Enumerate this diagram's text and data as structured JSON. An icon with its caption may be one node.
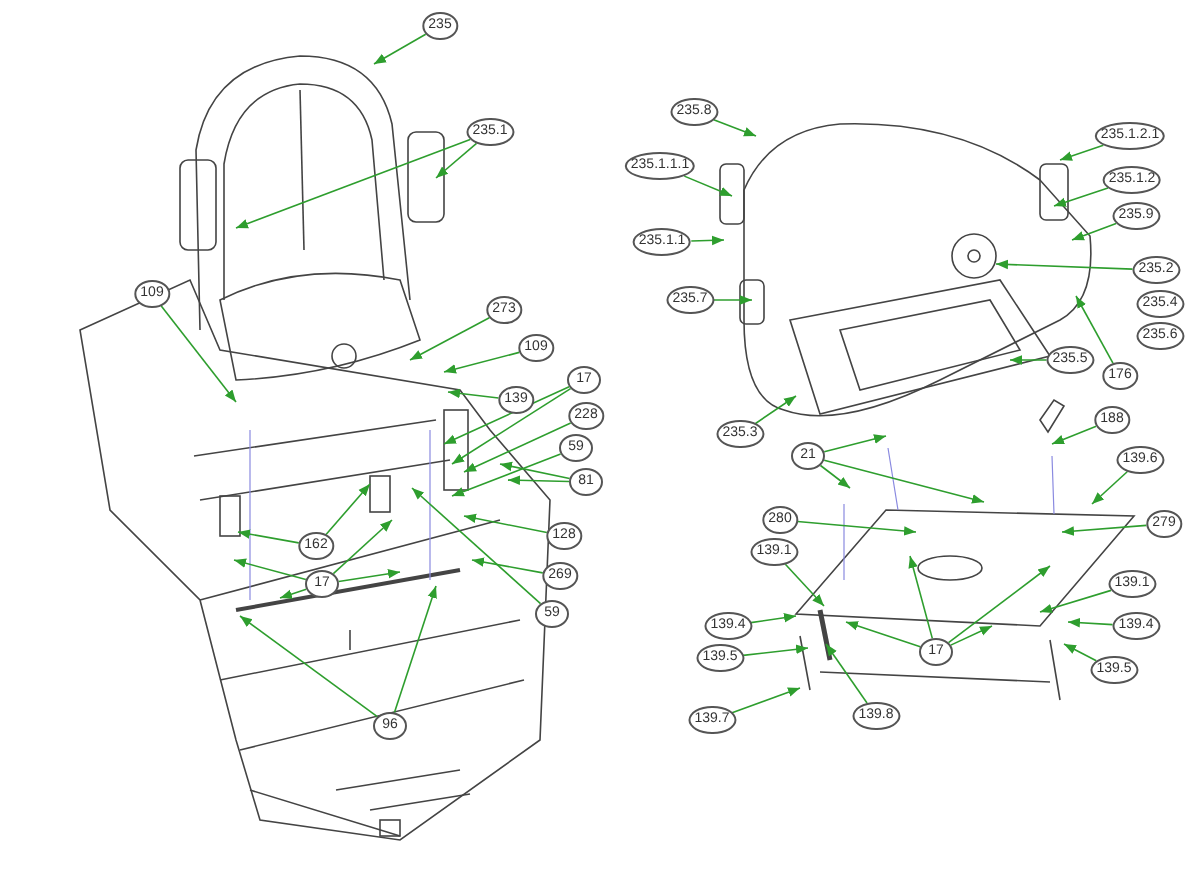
{
  "diagram": {
    "nodes": [
      {
        "text": [
          "235"
        ]
      },
      {
        "text": [
          "235.1"
        ]
      },
      {
        "text": [
          "109"
        ]
      },
      {
        "text": [
          "273"
        ]
      },
      {
        "text": [
          "109"
        ]
      },
      {
        "text": [
          "17"
        ]
      },
      {
        "text": [
          "139"
        ]
      },
      {
        "text": [
          "228"
        ]
      },
      {
        "text": [
          "59"
        ]
      },
      {
        "text": [
          "81"
        ]
      },
      {
        "text": [
          "162"
        ]
      },
      {
        "text": [
          "128"
        ]
      },
      {
        "text": [
          "17"
        ]
      },
      {
        "text": [
          "269"
        ]
      },
      {
        "text": [
          "59"
        ]
      },
      {
        "text": [
          "96"
        ]
      },
      {
        "text": [
          "235.8"
        ]
      },
      {
        "text": [
          "235.1.2.1"
        ]
      },
      {
        "text": [
          "235.1.1.1"
        ]
      },
      {
        "text": [
          "235.1.2"
        ]
      },
      {
        "text": [
          "235.9"
        ]
      },
      {
        "text": [
          "235.1.1"
        ]
      },
      {
        "text": [
          "235.7"
        ]
      },
      {
        "text": [
          "235.2"
        ]
      },
      {
        "text": [
          "235.4"
        ]
      },
      {
        "text": [
          "235.6"
        ]
      },
      {
        "text": [
          "176"
        ]
      },
      {
        "text": [
          "235.5"
        ]
      },
      {
        "text": [
          "188"
        ]
      },
      {
        "text": [
          "235.3"
        ]
      },
      {
        "text": [
          "21"
        ]
      },
      {
        "text": [
          "139.6"
        ]
      },
      {
        "text": [
          "279"
        ]
      },
      {
        "text": [
          "280"
        ]
      },
      {
        "text": [
          "139.1"
        ]
      },
      {
        "text": [
          "139.1"
        ]
      },
      {
        "text": [
          "139.4"
        ]
      },
      {
        "text": [
          "139.4"
        ]
      },
      {
        "text": [
          "139.5"
        ]
      },
      {
        "text": [
          "17"
        ]
      },
      {
        "text": [
          "139.5"
        ]
      },
      {
        "text": [
          "139.7"
        ]
      },
      {
        "text": [
          "139.8"
        ]
      }
    ],
    "edges": [
      {
        "from": 0,
        "to": null,
        "arrow": "to"
      },
      {
        "from": 1,
        "to": null,
        "arrow": "to"
      },
      {
        "from": 1,
        "to": null,
        "arrow": "to"
      },
      {
        "from": 2,
        "to": null,
        "arrow": "to"
      },
      {
        "from": 3,
        "to": null,
        "arrow": "to"
      },
      {
        "from": 4,
        "to": null,
        "arrow": "to"
      },
      {
        "from": 5,
        "to": null,
        "arrow": "to"
      },
      {
        "from": 5,
        "to": null,
        "arrow": "to"
      },
      {
        "from": 6,
        "to": null,
        "arrow": "to"
      },
      {
        "from": 7,
        "to": null,
        "arrow": "to"
      },
      {
        "from": 8,
        "to": null,
        "arrow": "to"
      },
      {
        "from": 9,
        "to": null,
        "arrow": "to"
      },
      {
        "from": 9,
        "to": null,
        "arrow": "to"
      },
      {
        "from": 10,
        "to": null,
        "arrow": "to"
      },
      {
        "from": 10,
        "to": null,
        "arrow": "to"
      },
      {
        "from": 11,
        "to": null,
        "arrow": "to"
      },
      {
        "from": 12,
        "to": null,
        "arrow": "to"
      },
      {
        "from": 12,
        "to": null,
        "arrow": "to"
      },
      {
        "from": 12,
        "to": null,
        "arrow": "to"
      },
      {
        "from": 12,
        "to": null,
        "arrow": "to"
      },
      {
        "from": 13,
        "to": null,
        "arrow": "to"
      },
      {
        "from": 14,
        "to": null,
        "arrow": "to"
      },
      {
        "from": 15,
        "to": null,
        "arrow": "to"
      },
      {
        "from": 15,
        "to": null,
        "arrow": "to"
      },
      {
        "from": 16,
        "to": null,
        "arrow": "to"
      },
      {
        "from": 17,
        "to": null,
        "arrow": "to"
      },
      {
        "from": 18,
        "to": null,
        "arrow": "to"
      },
      {
        "from": 19,
        "to": null,
        "arrow": "to"
      },
      {
        "from": 20,
        "to": null,
        "arrow": "to"
      },
      {
        "from": 21,
        "to": null,
        "arrow": "to"
      },
      {
        "from": 22,
        "to": null,
        "arrow": "to"
      },
      {
        "from": 23,
        "to": null,
        "arrow": "to"
      },
      {
        "from": 26,
        "to": null,
        "arrow": "to"
      },
      {
        "from": 27,
        "to": null,
        "arrow": "to"
      },
      {
        "from": 28,
        "to": null,
        "arrow": "to"
      },
      {
        "from": 29,
        "to": null,
        "arrow": "to"
      },
      {
        "from": 30,
        "to": null,
        "arrow": "to"
      },
      {
        "from": 30,
        "to": null,
        "arrow": "to"
      },
      {
        "from": 30,
        "to": null,
        "arrow": "to"
      },
      {
        "from": 31,
        "to": null,
        "arrow": "to"
      },
      {
        "from": 32,
        "to": null,
        "arrow": "to"
      },
      {
        "from": 33,
        "to": null,
        "arrow": "to"
      },
      {
        "from": 34,
        "to": null,
        "arrow": "to"
      },
      {
        "from": 35,
        "to": null,
        "arrow": "to"
      },
      {
        "from": 36,
        "to": null,
        "arrow": "to"
      },
      {
        "from": 37,
        "to": null,
        "arrow": "to"
      },
      {
        "from": 38,
        "to": null,
        "arrow": "to"
      },
      {
        "from": 39,
        "to": null,
        "arrow": "to"
      },
      {
        "from": 39,
        "to": null,
        "arrow": "to"
      },
      {
        "from": 39,
        "to": null,
        "arrow": "to"
      },
      {
        "from": 39,
        "to": null,
        "arrow": "to"
      },
      {
        "from": 40,
        "to": null,
        "arrow": "to"
      },
      {
        "from": 41,
        "to": null,
        "arrow": "to"
      },
      {
        "from": 42,
        "to": null,
        "arrow": "to"
      }
    ]
  }
}
